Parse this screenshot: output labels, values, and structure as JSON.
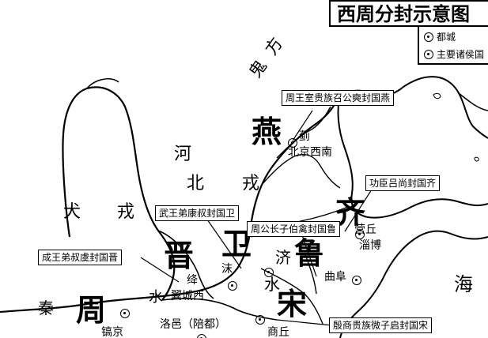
{
  "title": "西周分封示意图",
  "legend": {
    "capital_label": "都城",
    "fief_label": "主要诸侯国"
  },
  "regions": {
    "guifang": "鬼方",
    "he": "河",
    "bei": "北",
    "rong": "戎",
    "quan": "犬",
    "rong2": "戎",
    "ji": "济",
    "shui": "水",
    "hai": "海"
  },
  "states": {
    "yan": "燕",
    "qi": "齐",
    "jin": "晋",
    "wei": "卫",
    "lu": "鲁",
    "song": "宋",
    "zhou": "周"
  },
  "cities": {
    "ji": "蓟",
    "beijing_sw": "北京西南",
    "yingqiu": "营丘",
    "zibo": "淄博",
    "mei": "沫",
    "qufu": "曲阜",
    "jiang": "绛",
    "yicheng": "翼城西",
    "luoyi": "洛邑（陪都）",
    "shangqiu": "商丘",
    "haojing": "镐京",
    "qin": "秦",
    "shui_label": "水"
  },
  "callouts": {
    "yan": "周王室贵族召公奭封国燕",
    "qi": "功臣吕尚封国齐",
    "wei": "武王弟康叔封国卫",
    "lu": "周公长子伯禽封国鲁",
    "jin": "成王弟叔虞封国晋",
    "song": "殷商贵族微子启封国宋"
  }
}
